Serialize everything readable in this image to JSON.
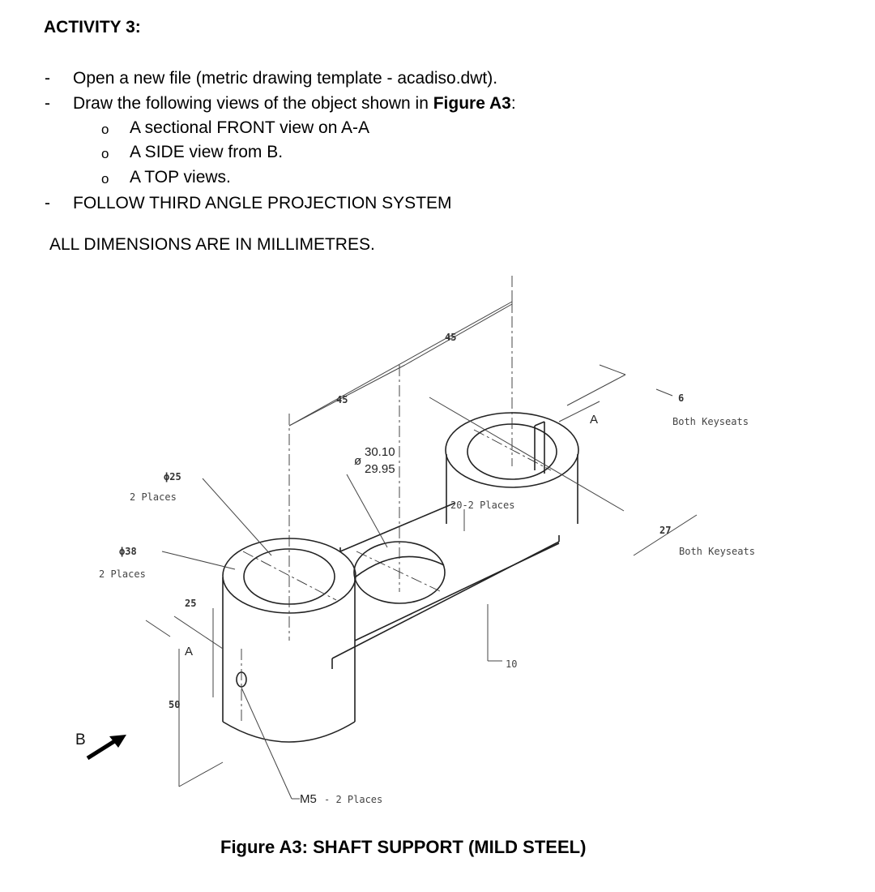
{
  "activity": {
    "heading": "ACTIVITY 3:"
  },
  "instructions": {
    "dash": "-",
    "bullet": "o",
    "item1": "Open a new file (metric drawing template - acadiso.dwt).",
    "item2_prefix": "Draw the following views of the object shown in ",
    "item2_bold": "Figure A3",
    "item2_suffix": ":",
    "sub1": "A sectional FRONT view on A-A",
    "sub2": "A SIDE view from B.",
    "sub3": "A TOP views.",
    "item3": "FOLLOW THIRD ANGLE PROJECTION SYSTEM"
  },
  "note": "ALL DIMENSIONS ARE IN MILLIMETRES.",
  "figure": {
    "caption": "Figure A3: SHAFT SUPPORT (MILD STEEL)",
    "dimensions": {
      "d45_top": "45",
      "d45_mid": "45",
      "six": "6",
      "both_keyseats_1": "Both Keyseats",
      "twenty_seven": "27",
      "both_keyseats_2": "Both Keyseats",
      "dia_symbol": "ø",
      "tol_upper": "30.10",
      "tol_lower": "29.95",
      "phi25": "ϕ25",
      "two_places_a": "2 Places",
      "phi38": "ϕ38",
      "two_places_b": "2 Places",
      "twenty_two_places": "20-2 Places",
      "twenty_five": "25",
      "fifty": "50",
      "ten": "10",
      "m5": "M5",
      "m5_places": "- 2 Places",
      "section_a1": "A",
      "section_a2": "A",
      "view_b": "B"
    }
  }
}
